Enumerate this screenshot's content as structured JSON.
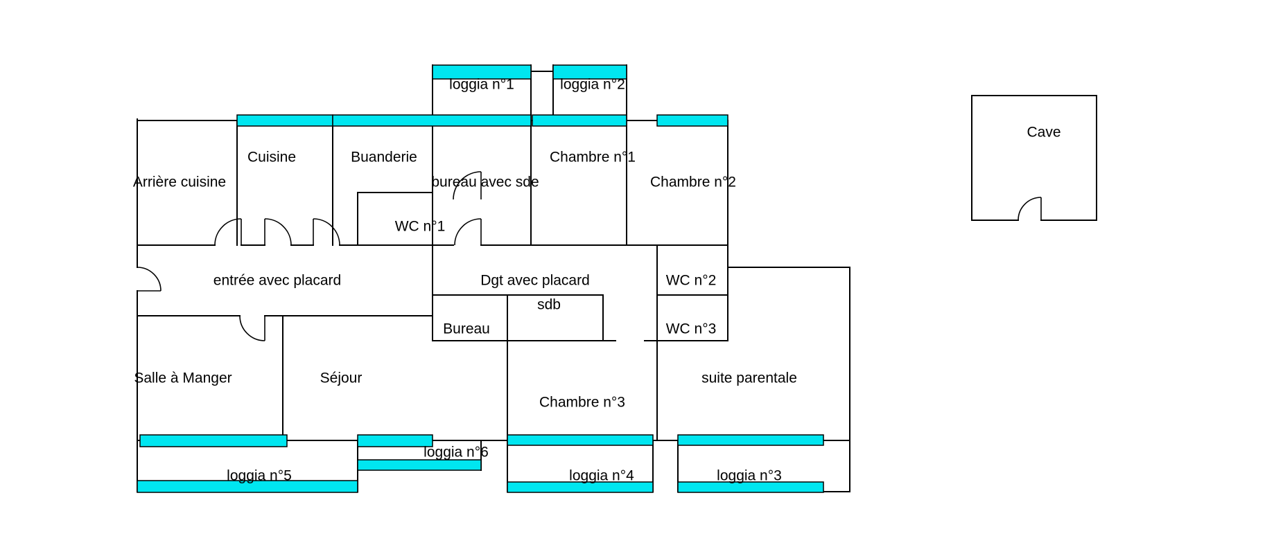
{
  "diagram": {
    "type": "apartment-floor-plan",
    "background": "#ffffff",
    "wall_color": "#000000",
    "window_color": "#00e6f0"
  },
  "rooms": {
    "loggia1": "loggia n°1",
    "loggia2": "loggia n°2",
    "cuisine": "Cuisine",
    "buanderie": "Buanderie",
    "chambre1": "Chambre n°1",
    "arriere_cuisine": "Arrière cuisine",
    "bureau_sde": "bureau avec sde",
    "chambre2": "Chambre n°2",
    "wc1": "WC n°1",
    "entree": "entrée avec placard",
    "dgt": "Dgt avec placard",
    "wc2": "WC n°2",
    "sdb": "sdb",
    "bureau": "Bureau",
    "wc3": "WC n°3",
    "salle_a_manger": "Salle à Manger",
    "sejour": "Séjour",
    "chambre3": "Chambre n°3",
    "suite_parentale": "suite parentale",
    "loggia6": "loggia n°6",
    "loggia5": "loggia n°5",
    "loggia4": "loggia n°4",
    "loggia3": "loggia n°3",
    "cave": "Cave"
  }
}
